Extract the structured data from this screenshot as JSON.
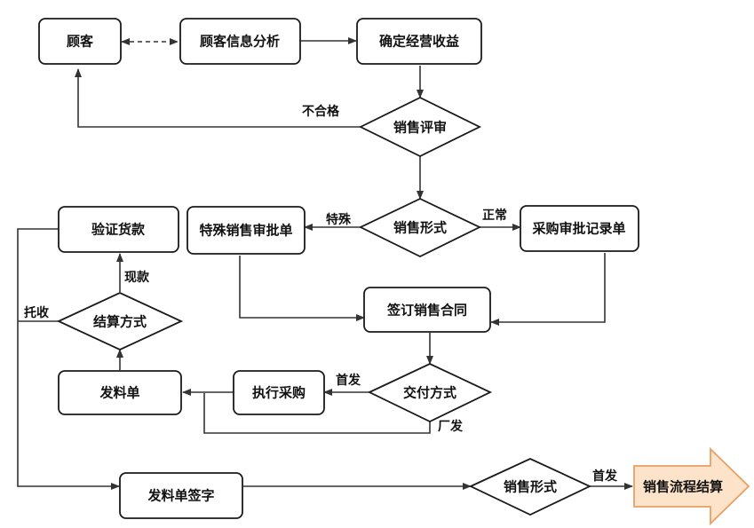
{
  "nodes": {
    "customer": "顾客",
    "customer_analysis": "顾客信息分析",
    "confirm_revenue": "确定经营收益",
    "sales_review": "销售评审",
    "sales_form": "销售形式",
    "special_approval": "特殊销售审批单",
    "purchase_record": "采购审批记录单",
    "verify_payment": "验证货款",
    "sign_contract": "签订销售合同",
    "settlement_method": "结算方式",
    "issue_order": "发料单",
    "execute_purchase": "执行采购",
    "delivery_method": "交付方式",
    "issue_sign": "发料单签字",
    "sales_form_2": "销售形式",
    "sales_end": "销售流程结算"
  },
  "edges": {
    "unqualified": "不合格",
    "special": "特殊",
    "normal": "正常",
    "cash": "现款",
    "collection": "托收",
    "first_delivery": "首发",
    "factory_delivery": "厂发",
    "first_delivery_2": "首发"
  },
  "colors": {
    "end_arrow_fill": "#fde3c9",
    "end_arrow_stroke": "#e8a064"
  }
}
